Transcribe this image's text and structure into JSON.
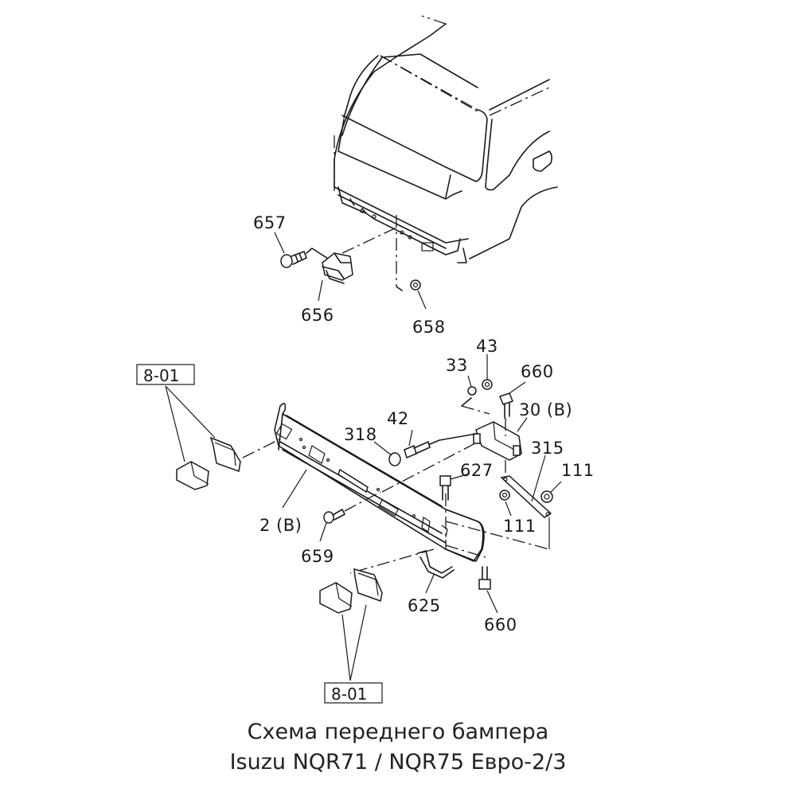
{
  "caption": {
    "line1": "Схема переднего бампера",
    "line2": "Isuzu NQR71 / NQR75 Евро-2/3"
  },
  "ref_boxes": [
    "8-01",
    "8-01"
  ],
  "part_labels": {
    "p657": "657",
    "p656": "656",
    "p658": "658",
    "p43": "43",
    "p33": "33",
    "p660a": "660",
    "p30b": "30 (B)",
    "p42": "42",
    "p318": "318",
    "p315": "315",
    "p627": "627",
    "p111a": "111",
    "p111b": "111",
    "p2b": "2 (B)",
    "p659": "659",
    "p625": "625",
    "p660b": "660"
  }
}
